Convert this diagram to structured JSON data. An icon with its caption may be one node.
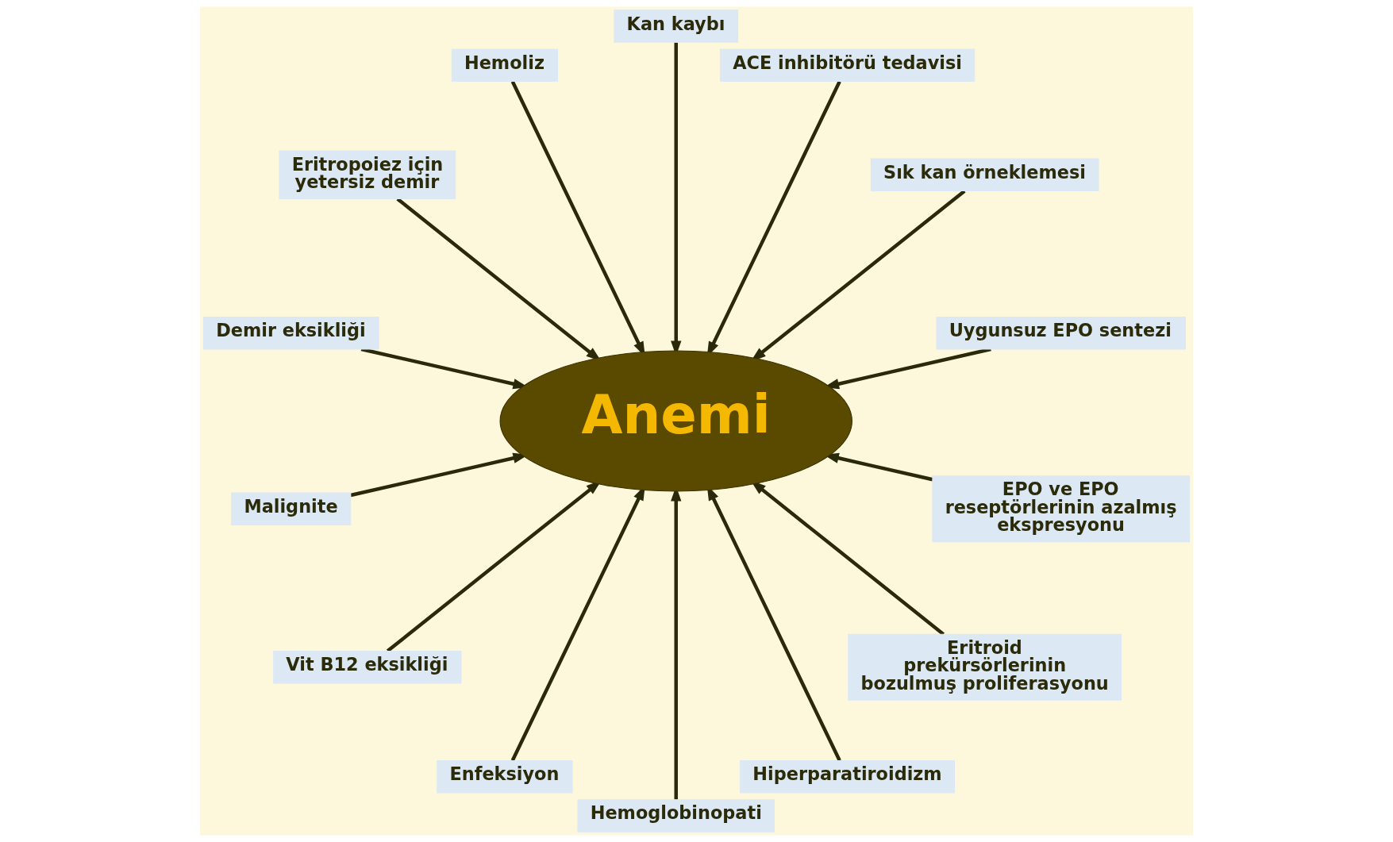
{
  "diagram": {
    "nodes": [
      {
        "text": [
          "Uygunsuz EPO sentezi"
        ]
      },
      {
        "text": [
          "Sık kan örneklemesi"
        ]
      },
      {
        "text": [
          "ACE inhibitörü tedavisi"
        ]
      },
      {
        "text": [
          "Kan kaybı"
        ]
      },
      {
        "text": [
          "Hemoliz"
        ]
      },
      {
        "text": [
          "Eritropoiez için yetersiz demir"
        ]
      },
      {
        "text": [
          "Demir eksikliği"
        ]
      },
      {
        "text": [
          "Malignite"
        ]
      },
      {
        "text": [
          "Anemi"
        ]
      },
      {
        "text": [
          "Vit B12 eksikliği"
        ]
      },
      {
        "text": [
          "Enfeksiyon"
        ]
      },
      {
        "text": [
          "Hemoglobinopati"
        ]
      },
      {
        "text": [
          "Hiperparatiroidizm"
        ]
      },
      {
        "text": [
          "Eritroid prekürsörlerinin bozulmuş proliferasyonu"
        ]
      },
      {
        "text": [
          "EPO ve EPO reseptörlerinin azalmış ekspresyonu"
        ]
      }
    ],
    "edges": [
      {
        "from": 0,
        "to": 8,
        "arrow": "to"
      },
      {
        "from": 1,
        "to": 8,
        "arrow": "to"
      },
      {
        "from": 2,
        "to": 8,
        "arrow": "to"
      },
      {
        "from": 5,
        "to": 8,
        "arrow": "to"
      },
      {
        "from": 7,
        "to": 8,
        "arrow": "to"
      },
      {
        "from": 10,
        "to": 8,
        "arrow": "to"
      },
      {
        "from": 12,
        "to": 8,
        "arrow": "to"
      },
      {
        "from": 14,
        "to": 8,
        "arrow": "to"
      },
      {
        "from": 13,
        "to": 8,
        "arrow": "to"
      },
      {
        "from": 11,
        "to": 8,
        "arrow": "to"
      },
      {
        "from": 9,
        "to": 8,
        "arrow": "to"
      },
      {
        "from": 6,
        "to": 8,
        "arrow": "to"
      },
      {
        "from": 3,
        "to": 8,
        "arrow": "to"
      },
      {
        "from": 4,
        "to": 8,
        "arrow": "to"
      }
    ]
  }
}
